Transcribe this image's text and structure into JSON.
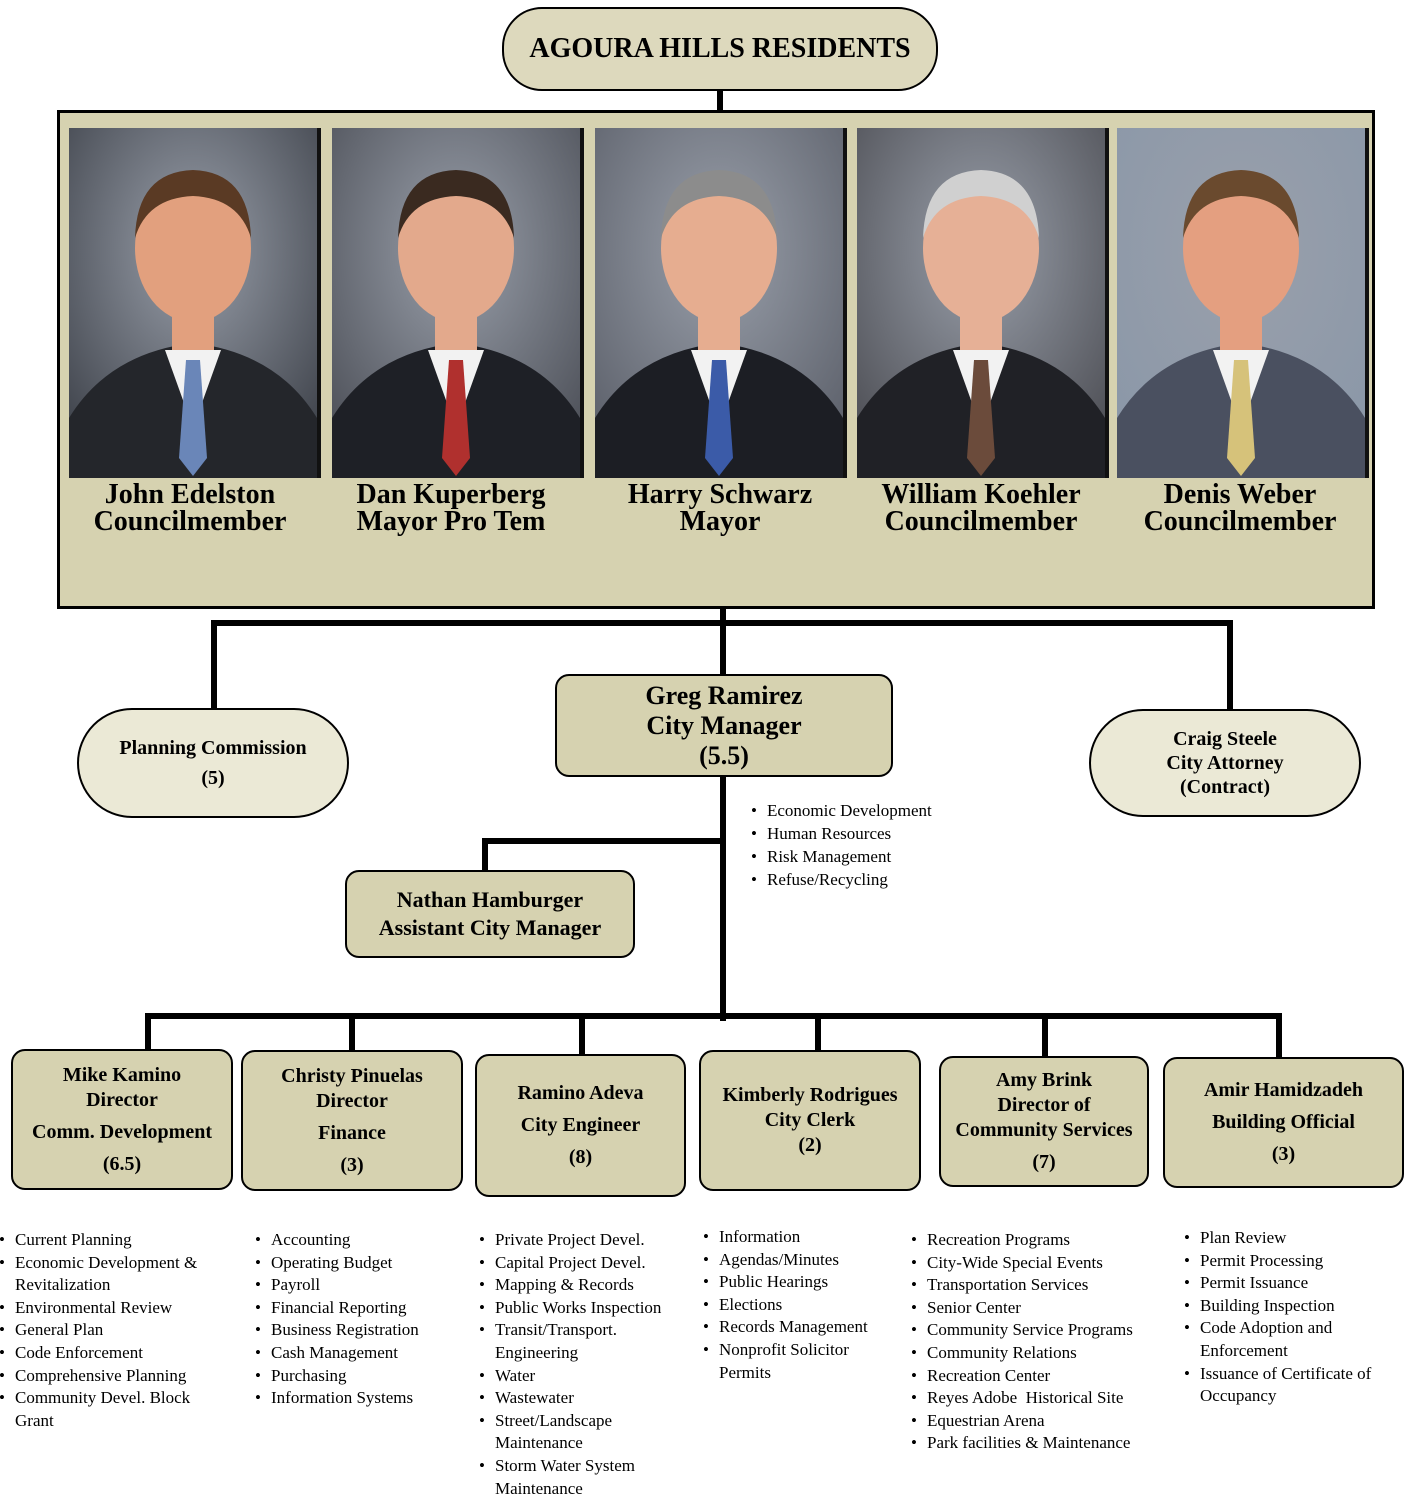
{
  "residents": {
    "title": "AGOURA HILLS RESIDENTS"
  },
  "council": [
    {
      "name": "John Edelston",
      "title": "Councilmember",
      "bg": "#3b3f47",
      "suit": "#24262b",
      "tie": "#6a86b8",
      "hair": "#5a3a24",
      "skin": "#e2a07e"
    },
    {
      "name": "Dan Kuperberg",
      "title": "Mayor Pro Tem",
      "bg": "#4a4d55",
      "suit": "#1e2026",
      "tie": "#b0302e",
      "hair": "#3a2a20",
      "skin": "#e3a98c"
    },
    {
      "name": "Harry Schwarz",
      "title": "Mayor",
      "bg": "#5a5e68",
      "suit": "#1c1e24",
      "tie": "#3b5ba8",
      "hair": "#8c8c8c",
      "skin": "#e6ad90"
    },
    {
      "name": "William Koehler",
      "title": "Councilmember",
      "bg": "#4b4c52",
      "suit": "#202126",
      "tie": "#6b4b3b",
      "hair": "#d0d0d0",
      "skin": "#e6b096"
    },
    {
      "name": "Denis Weber",
      "title": "Councilmember",
      "bg": "#8a97a8",
      "suit": "#4a5060",
      "tie": "#d6c27a",
      "hair": "#6a4a2e",
      "skin": "#e49f80"
    }
  ],
  "planning": {
    "name": "Planning Commission",
    "count": "(5)"
  },
  "manager": {
    "name": "Greg Ramirez",
    "title": "City Manager",
    "count": "(5.5)"
  },
  "attorney": {
    "name": "Craig Steele",
    "title": "City Attorney",
    "note": "(Contract)"
  },
  "manager_items": [
    "Economic Development",
    "Human Resources",
    "Risk Management",
    "Refuse/Recycling"
  ],
  "assistant": {
    "name": "Nathan Hamburger",
    "title": "Assistant City Manager"
  },
  "departments": [
    {
      "lines": [
        "Mike Kamino",
        "Director",
        "Comm. Development",
        "(6.5)"
      ],
      "items": [
        "Current Planning",
        "Economic Development & Revitalization",
        "Environmental Review",
        "General Plan",
        "Code Enforcement",
        "Comprehensive Planning",
        "Community Devel. Block Grant"
      ]
    },
    {
      "lines": [
        "Christy Pinuelas",
        "Director",
        "Finance",
        "(3)"
      ],
      "items": [
        "Accounting",
        "Operating Budget",
        "Payroll",
        "Financial Reporting",
        "Business Registration",
        "Cash Management",
        "Purchasing",
        "Information Systems"
      ]
    },
    {
      "lines": [
        "Ramino Adeva",
        "City Engineer",
        "(8)"
      ],
      "items": [
        "Private Project Devel.",
        "Capital Project Devel.",
        "Mapping & Records",
        "Public Works Inspection",
        "Transit/Transport. Engineering",
        "Water",
        "Wastewater",
        "Street/Landscape Maintenance",
        "Storm Water System Maintenance"
      ]
    },
    {
      "lines": [
        "Kimberly Rodrigues",
        "City Clerk",
        "(2)"
      ],
      "items": [
        "Information",
        "Agendas/Minutes",
        "Public Hearings",
        "Elections",
        "Records Management",
        "Nonprofit Solicitor Permits"
      ]
    },
    {
      "lines": [
        "Amy Brink",
        "Director of",
        "Community Services",
        "(7)"
      ],
      "items": [
        "Recreation Programs",
        "City-Wide Special Events",
        "Transportation Services",
        "Senior Center",
        "Community Service Programs",
        "Community Relations",
        "Recreation Center",
        "Reyes Adobe  Historical Site",
        "Equestrian Arena",
        "Park facilities & Maintenance"
      ]
    },
    {
      "lines": [
        "Amir Hamidzadeh",
        "Building Official",
        "(3)"
      ],
      "items": [
        "Plan Review",
        "Permit Processing",
        "Permit Issuance",
        "Building Inspection",
        "Code Adoption and Enforcement",
        "Issuance of Certificate of Occupancy"
      ]
    }
  ]
}
